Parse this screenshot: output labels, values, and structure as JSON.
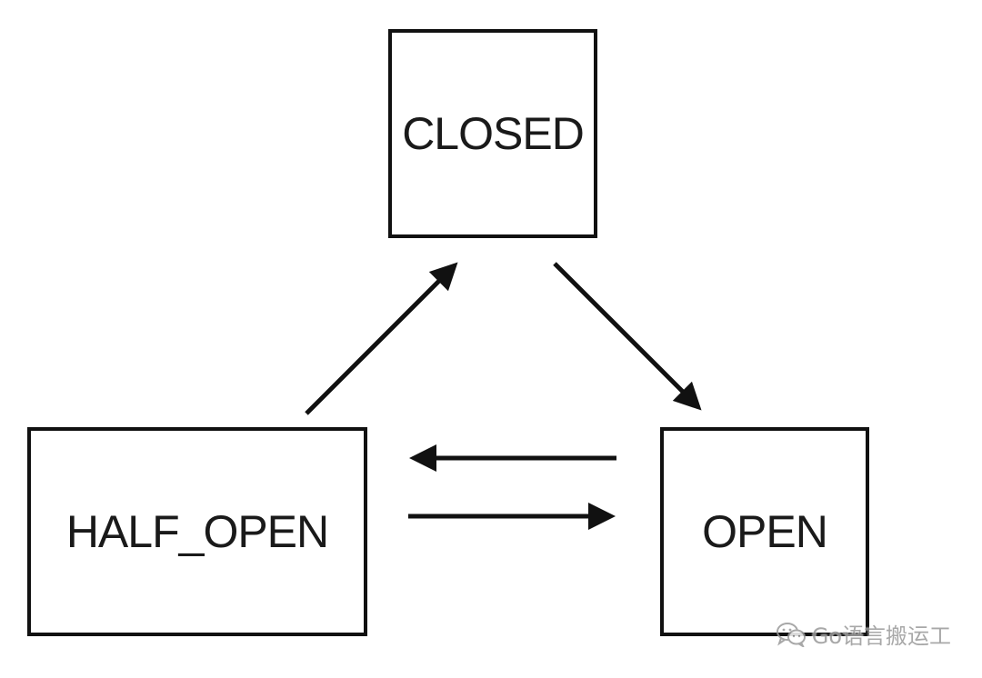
{
  "states": {
    "closed": "CLOSED",
    "half_open": "HALF_OPEN",
    "open": "OPEN"
  },
  "transitions": [
    {
      "from": "CLOSED",
      "to": "OPEN"
    },
    {
      "from": "HALF_OPEN",
      "to": "CLOSED"
    },
    {
      "from": "OPEN",
      "to": "HALF_OPEN"
    },
    {
      "from": "HALF_OPEN",
      "to": "OPEN"
    }
  ],
  "watermark": {
    "icon": "wechat-icon",
    "text": "Go语言搬运工"
  },
  "colors": {
    "line": "#111111",
    "text": "#1a1a1a",
    "watermark": "#9a9a9a",
    "background": "#ffffff"
  }
}
